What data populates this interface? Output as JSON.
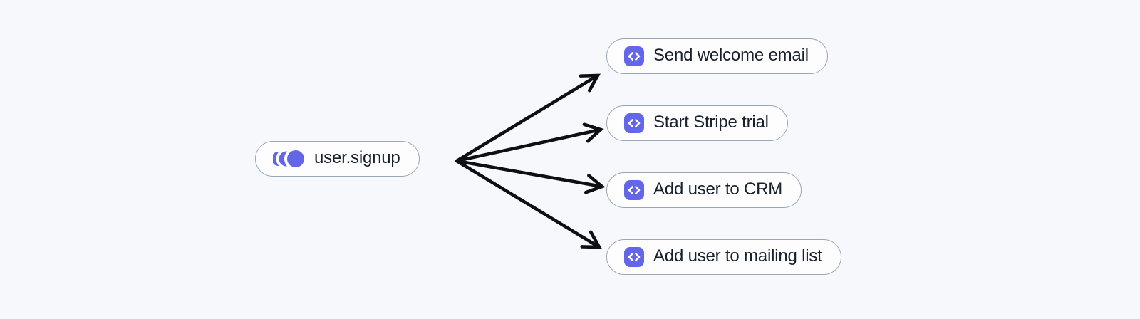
{
  "diagram": {
    "type": "event-fanout-workflow",
    "trigger": {
      "label": "user.signup",
      "icon": "event-pulse-icon"
    },
    "actions": [
      {
        "label": "Send welcome email",
        "icon": "code-icon"
      },
      {
        "label": "Start Stripe trial",
        "icon": "code-icon"
      },
      {
        "label": "Add user to CRM",
        "icon": "code-icon"
      },
      {
        "label": "Add user to mailing list",
        "icon": "code-icon"
      }
    ],
    "colors": {
      "background": "#f7f8fb",
      "node_background": "#fdfdfe",
      "node_border": "#9aa6b8",
      "accent_indigo": "#6466e9",
      "text": "#18202e",
      "arrow": "#0d0f14"
    }
  }
}
